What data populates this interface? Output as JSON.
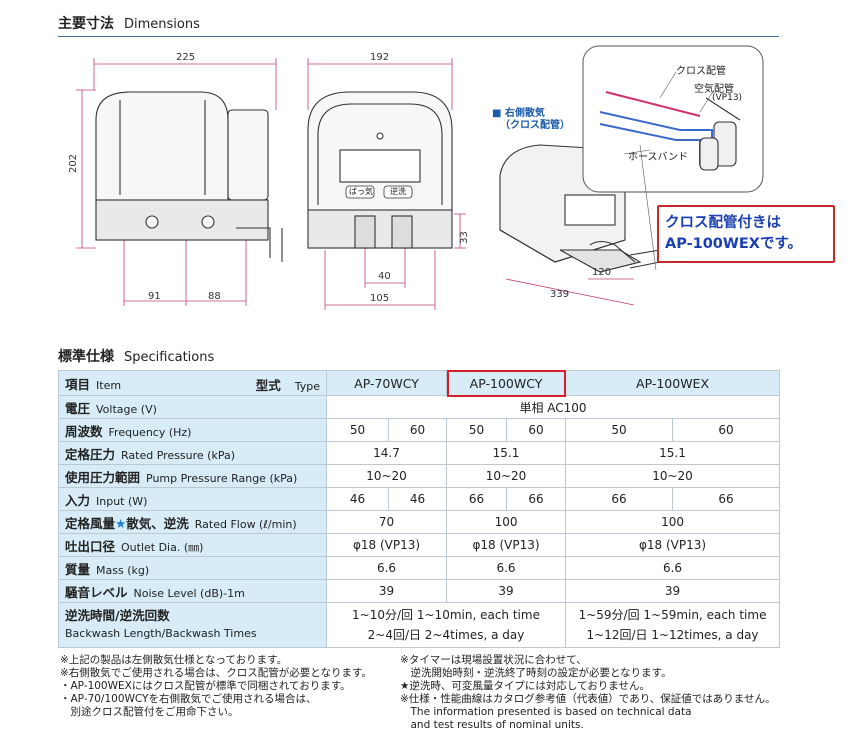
{
  "dimensions": {
    "title_jp": "主要寸法",
    "title_en": "Dimensions",
    "labels": {
      "w225": "225",
      "h202": "202",
      "w91": "91",
      "w88": "88",
      "w192": "192",
      "h33": "33",
      "w40": "40",
      "w105": "105",
      "w120": "120",
      "w339": "339"
    },
    "callouts": {
      "right_diffuser": "■ 右側散気",
      "right_diffuser_sub": "（クロス配管）",
      "cross_pipe": "クロス配管",
      "air_pipe": "空気配管",
      "air_pipe_sub": "(VP13)",
      "hose_band": "ホースバンド"
    },
    "front_labels": {
      "left": "ばっ気",
      "right": "逆洗"
    },
    "note_line1": "クロス配管付きは",
    "note_line2": "AP-100WEXです。"
  },
  "specs": {
    "title_jp": "標準仕様",
    "title_en": "Specifications",
    "header": {
      "item_jp": "項目",
      "item_en": "Item",
      "model_jp": "型式",
      "model_en": "Type",
      "models": [
        "AP-70WCY",
        "AP-100WCY",
        "AP-100WEX"
      ]
    },
    "rows": {
      "voltage": {
        "jp": "電圧",
        "en": "Voltage (V)",
        "value": "単相 AC100"
      },
      "frequency": {
        "jp": "周波数",
        "en": "Frequency (Hz)",
        "values": [
          "50",
          "60",
          "50",
          "60",
          "50",
          "60"
        ]
      },
      "pressure": {
        "jp": "定格圧力",
        "en": "Rated Pressure (kPa)",
        "values": [
          "14.7",
          "15.1",
          "15.1"
        ]
      },
      "range": {
        "jp": "使用圧力範囲",
        "en": "Pump Pressure Range (kPa)",
        "values": [
          "10~20",
          "10~20",
          "10~20"
        ]
      },
      "input": {
        "jp": "入力",
        "en": "Input (W)",
        "values": [
          "46",
          "46",
          "66",
          "66",
          "66",
          "66"
        ]
      },
      "flow": {
        "jp": "定格風量",
        "star": "★",
        "jp2": "散気、逆洗",
        "en": "Rated Flow (ℓ/min)",
        "values": [
          "70",
          "100",
          "100"
        ]
      },
      "outlet": {
        "jp": "吐出口径",
        "en": "Outlet Dia. (㎜)",
        "values": [
          "φ18 (VP13)",
          "φ18 (VP13)",
          "φ18 (VP13)"
        ]
      },
      "mass": {
        "jp": "質量",
        "en": "Mass (kg)",
        "values": [
          "6.6",
          "6.6",
          "6.6"
        ]
      },
      "noise": {
        "jp": "騒音レベル",
        "en": "Noise Level (dB)-1m",
        "values": [
          "39",
          "39",
          "39"
        ]
      },
      "backwash": {
        "jp": "逆洗時間/逆洗回数",
        "en": "Backwash Length/Backwash Times",
        "a1": "1~10分/回  1~10min, each time",
        "a2": "2~4回/日   2~4times, a day",
        "b1": "1~59分/回  1~59min, each time",
        "b2": "1~12回/日  1~12times, a day"
      }
    }
  },
  "notes_left": [
    "※上記の製品は左側散気仕様となっております。",
    "※右側散気でご使用される場合は、クロス配管が必要となります。",
    "・AP-100WEXにはクロス配管が標準で同梱されております。",
    "・AP-70/100WCYを右側散気でご使用される場合は、",
    "　別途クロス配管付をご用命下さい。"
  ],
  "notes_right": [
    "※タイマーは現場設置状況に合わせて、",
    "　逆洗開始時刻・逆洗終了時刻の設定が必要となります。",
    "★逆洗時、可変風量タイプには対応しておりません。",
    "※仕様・性能曲線はカタログ参考値（代表値）であり、保証値ではありません。",
    "　The information presented is based on technical data",
    "　and test results of nominal units."
  ],
  "colors": {
    "header_bg": "#d7ecf7",
    "highlight": "#d21f2a",
    "note_text": "#1a3fb0",
    "dim_line": "#c0407a"
  }
}
